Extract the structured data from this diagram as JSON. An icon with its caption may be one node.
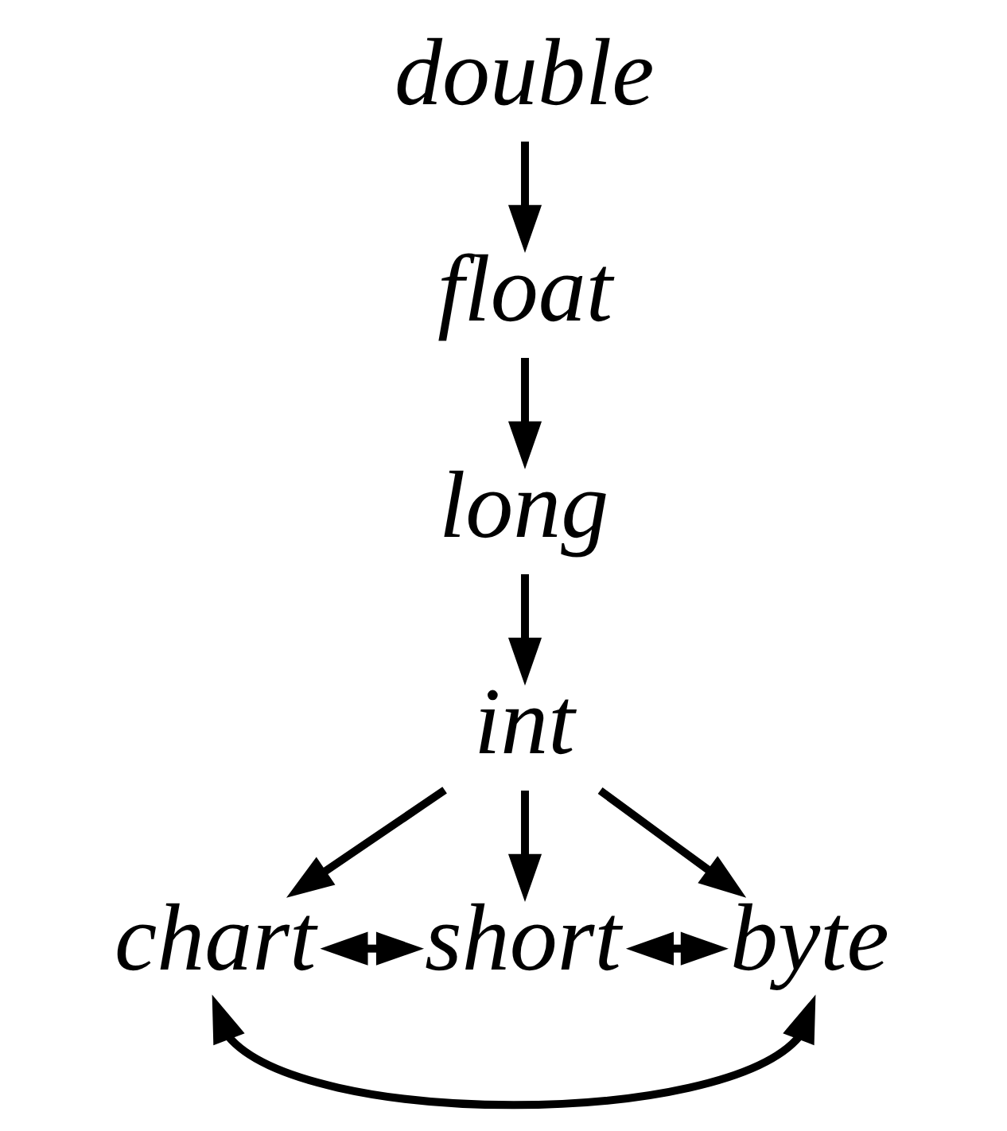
{
  "diagram": {
    "nodes": [
      {
        "text": [
          "double"
        ]
      },
      {
        "text": [
          "float"
        ]
      },
      {
        "text": [
          "long"
        ]
      },
      {
        "text": [
          "int"
        ]
      },
      {
        "text": [
          "chart"
        ]
      },
      {
        "text": [
          "short"
        ]
      },
      {
        "text": [
          "byte"
        ]
      }
    ],
    "edges": [
      {
        "from": 0,
        "to": 1,
        "arrow": "to"
      },
      {
        "from": 1,
        "to": 2,
        "arrow": "to"
      },
      {
        "from": 2,
        "to": 3,
        "arrow": "to"
      },
      {
        "from": 3,
        "to": 4,
        "arrow": "to"
      },
      {
        "from": 3,
        "to": 5,
        "arrow": "to"
      },
      {
        "from": 3,
        "to": 6,
        "arrow": "to"
      },
      {
        "from": 4,
        "to": 5,
        "arrow": "both"
      },
      {
        "from": 5,
        "to": 6,
        "arrow": "both"
      },
      {
        "from": 4,
        "to": 6,
        "arrow": "both"
      }
    ]
  }
}
